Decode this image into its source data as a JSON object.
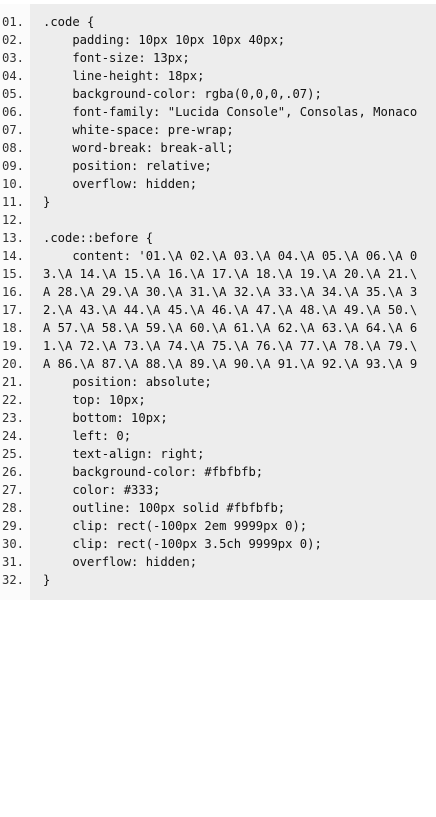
{
  "code": {
    "lines": [
      {
        "num": "01.",
        "text": ".code {"
      },
      {
        "num": "02.",
        "text": "    padding: 10px 10px 10px 40px;"
      },
      {
        "num": "03.",
        "text": "    font-size: 13px;"
      },
      {
        "num": "04.",
        "text": "    line-height: 18px;"
      },
      {
        "num": "05.",
        "text": "    background-color: rgba(0,0,0,.07);"
      },
      {
        "num": "06.",
        "text": "    font-family: \"Lucida Console\", Consolas, Monaco"
      },
      {
        "num": "07.",
        "text": "    white-space: pre-wrap;"
      },
      {
        "num": "08.",
        "text": "    word-break: break-all;"
      },
      {
        "num": "09.",
        "text": "    position: relative;"
      },
      {
        "num": "10.",
        "text": "    overflow: hidden;"
      },
      {
        "num": "11.",
        "text": "}"
      },
      {
        "num": "12.",
        "text": ""
      },
      {
        "num": "13.",
        "text": ".code::before {"
      },
      {
        "num": "14.",
        "text": "    content: '01.\\A 02.\\A 03.\\A 04.\\A 05.\\A 06.\\A 0"
      },
      {
        "num": "15.",
        "text": "3.\\A 14.\\A 15.\\A 16.\\A 17.\\A 18.\\A 19.\\A 20.\\A 21.\\"
      },
      {
        "num": "16.",
        "text": "A 28.\\A 29.\\A 30.\\A 31.\\A 32.\\A 33.\\A 34.\\A 35.\\A 3"
      },
      {
        "num": "17.",
        "text": "2.\\A 43.\\A 44.\\A 45.\\A 46.\\A 47.\\A 48.\\A 49.\\A 50.\\"
      },
      {
        "num": "18.",
        "text": "A 57.\\A 58.\\A 59.\\A 60.\\A 61.\\A 62.\\A 63.\\A 64.\\A 6"
      },
      {
        "num": "19.",
        "text": "1.\\A 72.\\A 73.\\A 74.\\A 75.\\A 76.\\A 77.\\A 78.\\A 79.\\"
      },
      {
        "num": "20.",
        "text": "A 86.\\A 87.\\A 88.\\A 89.\\A 90.\\A 91.\\A 92.\\A 93.\\A 9"
      },
      {
        "num": "21.",
        "text": "    position: absolute;"
      },
      {
        "num": "22.",
        "text": "    top: 10px;"
      },
      {
        "num": "23.",
        "text": "    bottom: 10px;"
      },
      {
        "num": "24.",
        "text": "    left: 0;"
      },
      {
        "num": "25.",
        "text": "    text-align: right;"
      },
      {
        "num": "26.",
        "text": "    background-color: #fbfbfb;"
      },
      {
        "num": "27.",
        "text": "    color: #333;"
      },
      {
        "num": "28.",
        "text": "    outline: 100px solid #fbfbfb;"
      },
      {
        "num": "29.",
        "text": "    clip: rect(-100px 2em 9999px 0);"
      },
      {
        "num": "30.",
        "text": "    clip: rect(-100px 3.5ch 9999px 0);"
      },
      {
        "num": "31.",
        "text": "    overflow: hidden;"
      },
      {
        "num": "32.",
        "text": "}"
      }
    ]
  }
}
